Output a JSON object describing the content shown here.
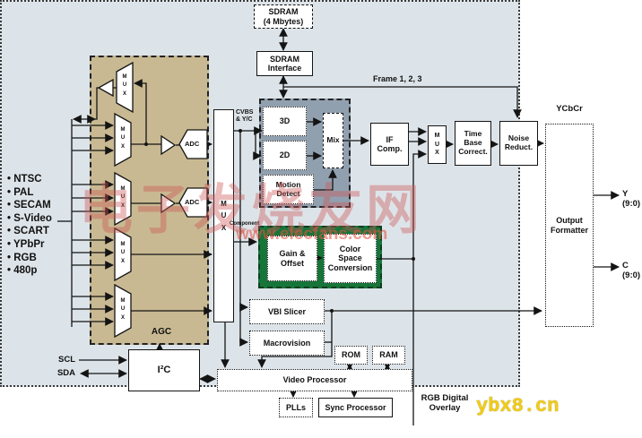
{
  "watermarks": {
    "big_text": "电子发烧友网",
    "site_url": "www.elecfans.com",
    "corner": "ybx8.cn"
  },
  "external": {
    "sdram": "SDRAM\n(4 Mbytes)",
    "scl": "SCL",
    "sda": "SDA",
    "y_out": "Y (9:0)",
    "c_out": "C (9:0)",
    "inputs": [
      "NTSC",
      "PAL",
      "SECAM",
      "S-Video",
      "SCART",
      "YPbPr",
      "RGB",
      "480p"
    ]
  },
  "labels": {
    "frame": "Frame 1, 2, 3",
    "ycbcr": "YCbCr",
    "cvbs": "CVBS\n& Y/C",
    "component": "Component",
    "agc": "AGC",
    "rgb_overlay": "RGB Digital\nOverlay"
  },
  "blocks": {
    "sdram_if": "SDRAM\nInterface",
    "mux": "M\nU\nX",
    "adc": "ADC",
    "comb3d": "3D",
    "comb2d": "2D",
    "motion": "Motion\nDetect",
    "mix": "Mix",
    "if_comp": "IF\nComp.",
    "tbc": "Time\nBase\nCorrect.",
    "noise": "Noise\nReduct.",
    "formatter": "Output\nFormatter",
    "gain": "Gain &\nOffset",
    "csc": "Color\nSpace\nConversion",
    "vbi": "VBI Slicer",
    "macrovision": "Macrovision",
    "rom": "ROM",
    "ram": "RAM",
    "i2c": "I²C",
    "video_proc": "Video Processor",
    "plls": "PLLs",
    "sync": "Sync Processor"
  },
  "colors": {
    "chip_fill": "#dde4e9",
    "agc_fill": "#c8b992",
    "comb_fill": "#91a0af",
    "enhance_fill": "#17753a",
    "line": "#141414",
    "watermark_red": "#cd5555",
    "watermark_yellow": "#f2cc16"
  }
}
